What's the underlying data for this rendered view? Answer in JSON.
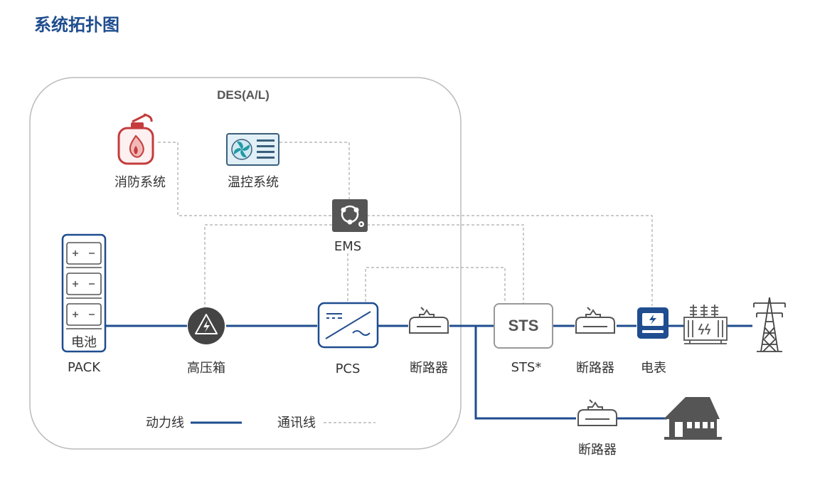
{
  "title": "系统拓扑图",
  "enclosure_label": "DES(A/L)",
  "nodes": {
    "fire": "消防系统",
    "thermal": "温控系统",
    "ems": "EMS",
    "battery_inner": "电池",
    "battery": "PACK",
    "hv_box": "高压箱",
    "pcs": "PCS",
    "breaker1": "断路器",
    "sts_inner": "STS",
    "sts": "STS*",
    "breaker2": "断路器",
    "meter": "电表",
    "breaker3": "断路器"
  },
  "legend": {
    "power": "动力线",
    "comm": "通讯线"
  },
  "colors": {
    "title": "#1f4d8f",
    "power_line": "#1f4d8f",
    "comm_line": "#aaaaaa",
    "fire_red": "#c43c3c",
    "dark_icon": "#555555",
    "enclosure": "#bbbbbb"
  }
}
